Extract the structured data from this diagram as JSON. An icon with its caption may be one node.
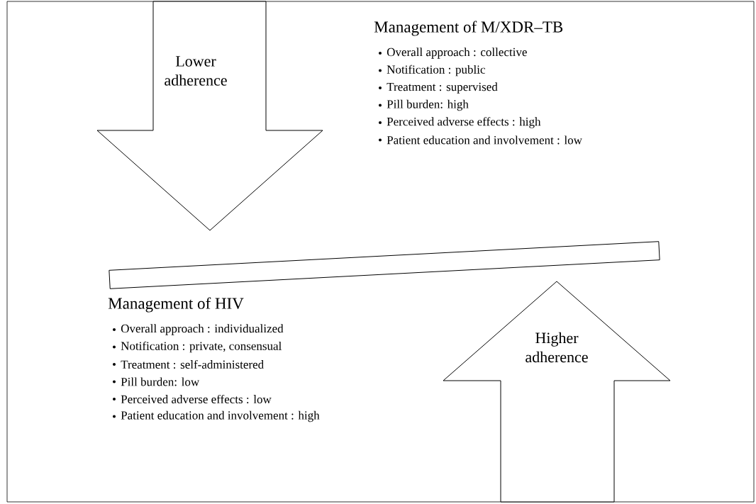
{
  "diagram": {
    "nodes": [
      {
        "text": [
          "Lower adherence"
        ]
      },
      {
        "text": [
          "Higher adherence"
        ]
      },
      {
        "text": [],
        "shape": "bar"
      }
    ],
    "labels": [
      "Management of M/XDR–TB",
      "Overall approach : collective",
      "Notification : public",
      "Treatment : supervised",
      "Pill burden: high",
      "Perceived adverse effects : high",
      "Patient education and involvement : low",
      "Management of HIV",
      "Overall approach : individualized",
      "Notification : private, consensual",
      "Treatment : self-administered",
      "Pill burden: low",
      "Perceived adverse effects : low",
      "Patient education and involvement : high"
    ]
  }
}
